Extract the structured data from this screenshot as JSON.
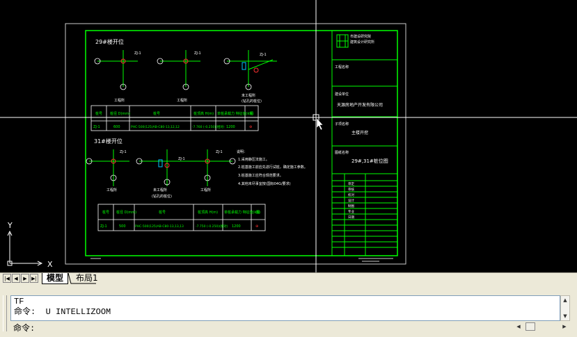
{
  "drawing": {
    "sheet1_title": "29#楼开位",
    "sheet2_title": "31#楼开位",
    "node_label_zj": "ZJ-1",
    "node_label_a": "Z",
    "caption_left": "工程所",
    "caption_mid": "工程所",
    "caption_right": "未工程所",
    "caption_right_sub": "(钻孔的桩位)",
    "caption_31_left": "工程所",
    "caption_31_mid": "未工程所",
    "caption_31_mid_sub": "(钻孔的桩位)",
    "caption_31_right": "工程所",
    "table1": {
      "headers": [
        "桩号",
        "桩径 D(mm)",
        "桩号",
        "桩顶高 H(m)",
        "单桩承载力 特征值(kN)",
        "图"
      ],
      "row": [
        "ZJ-1",
        "600",
        "PHC-500(125)AB-C80-13,12,12",
        "-7.760 (-0.250)(相对)",
        "1200",
        "⊕"
      ]
    },
    "table2": {
      "headers": [
        "桩号",
        "桩径 D(mm)",
        "桩号",
        "桩顶高 H(m)",
        "单桩承载力 特征值(kN)",
        "图"
      ],
      "row": [
        "ZJ-1",
        "500",
        "PHC-500(125)AB-C80-13,13,13",
        "-7.750 (-0.250)(相对)",
        "1200",
        "⊕"
      ]
    },
    "notes_title": "说明：",
    "notes": [
      "1.采用静压法施工。",
      "2.桩基施工前应先进行试桩，确定施工参数。",
      "3.桩基施工应符合规范要求。",
      "4.其他未尽事宜按(国标04G/要求)"
    ],
    "titleblock": {
      "company": "市建设研究院",
      "company_sub": "建筑设计研究所",
      "project_label": "工程名称",
      "client_label": "建设单位",
      "client": "天源房地产开发有限公司",
      "item_label": "子项名称",
      "item": "主楼开挖",
      "drawing_label": "图纸名称",
      "drawing_name": "29#,31#桩位图",
      "roles": [
        "审定",
        "审核",
        "校对",
        "设计",
        "制图",
        "专业",
        "日期"
      ]
    }
  },
  "ucs": {
    "x_label": "X",
    "y_label": "Y"
  },
  "tabs": {
    "model": "模型",
    "layout1": "布局1"
  },
  "command": {
    "history": [
      "TF",
      "命令:  U INTELLIZOOM"
    ],
    "prompt": "命令:"
  },
  "colors": {
    "canvas_bg": "#000000",
    "lines": "#00ff00",
    "text": "#ffffff",
    "cyan": "#00c8ff",
    "red": "#ff3030"
  }
}
